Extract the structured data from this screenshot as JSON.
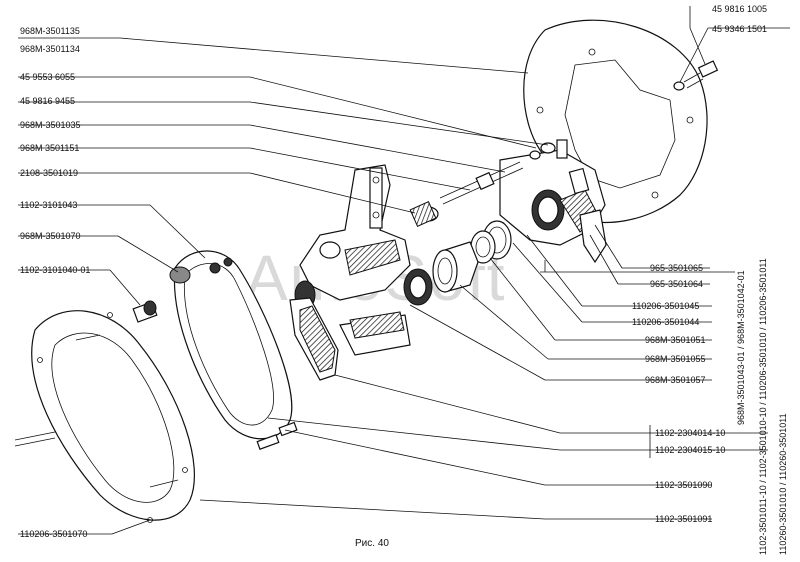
{
  "watermark": "AutoSoft",
  "caption": "Рис. 40",
  "labels_left": [
    "968M-3501135",
    "968M-3501134",
    "45 9553 6055",
    "45 9816 9455",
    "968M-3501035",
    "968M 3501151",
    "2108-3501019",
    "1102-3101043",
    "968M-3501070",
    "1102-3101040-01",
    "110206-3501070"
  ],
  "labels_right": [
    "45 9816 1005",
    "45 9346 1501",
    "965-3501065",
    "965-3501064",
    "110206-3501045",
    "110206-3501044",
    "968M-3501051",
    "968M-3501055",
    "968M-3501057",
    "1102-2304014-10",
    "1102-2304015-10",
    "1102-3501090",
    "1102-3501091"
  ],
  "labels_vertical": [
    "968M-3501043-01 / 968M-3501042-01",
    "1102-3501011-10 / 1102-3501010-10 / 110206-3501010 / 110206-3501011",
    "110260-3501010 / 110260-3501011"
  ]
}
